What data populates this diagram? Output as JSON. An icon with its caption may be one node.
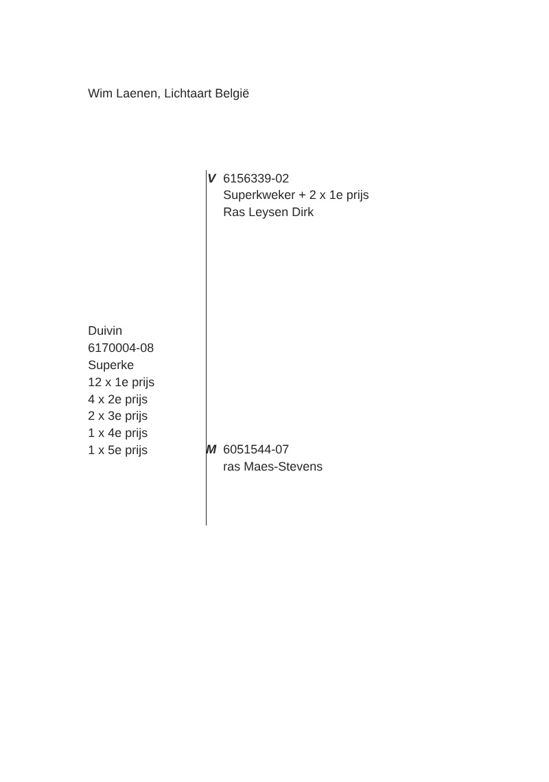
{
  "diagram": {
    "title": "Wim Laenen,  Lichtaart België",
    "labels": [
      "V",
      "6156339-02",
      "Superkweker + 2 x 1e prijs",
      "Ras Leysen Dirk",
      "Duivin",
      "6170004-08",
      "Superke",
      "12 x 1e prijs",
      "4 x 2e prijs",
      "2 x 3e prijs",
      "1 x 4e prijs",
      "1 x 5e prijs",
      "M",
      "6051544-07",
      "ras Maes-Stevens"
    ]
  }
}
